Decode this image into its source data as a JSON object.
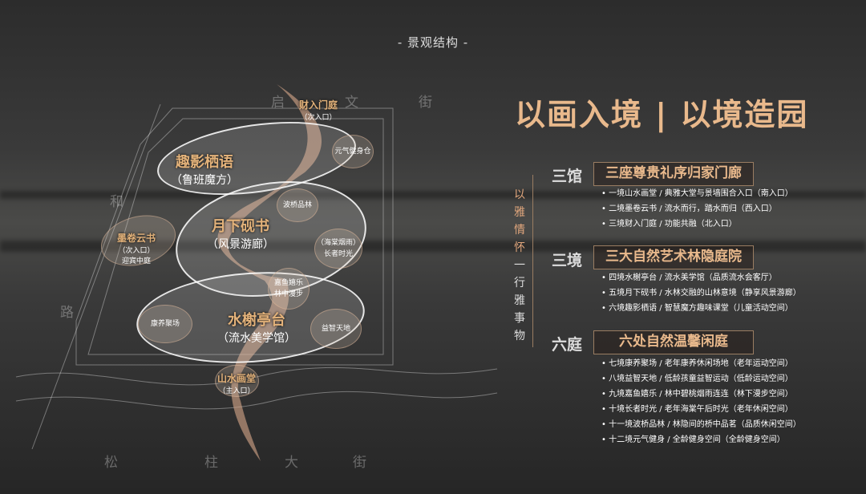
{
  "title": "- 景观结构 -",
  "streets": {
    "top": [
      "启",
      "文",
      "街"
    ],
    "left": [
      "和",
      "路"
    ],
    "bottom": [
      "松",
      "柱",
      "大",
      "街"
    ]
  },
  "plan": {
    "zones": [
      {
        "name": "趣影栖语",
        "sub": "（鲁班魔方）"
      },
      {
        "name": "月下砚书",
        "sub": "（风景游廊）"
      },
      {
        "name": "水榭亭台",
        "sub": "（流水美学馆）"
      }
    ],
    "gates": [
      {
        "name": "财入门庭",
        "sub": "（次入口）"
      },
      {
        "name": "墨卷云书",
        "sub": "（次入口）",
        "sub2": "迎宾中庭"
      },
      {
        "name": "山水画堂",
        "sub": "（主入口）"
      }
    ],
    "spots": [
      "元气健身仓",
      "波桥品林",
      "（海棠烟雨）",
      "长者时光",
      "嘉鱼嬉乐",
      "林中漫步",
      "康养聚场",
      "益智天地"
    ]
  },
  "headline": "以画入境 | 以境造园",
  "motto": [
    "以",
    "雅",
    "情",
    "怀",
    "一",
    "行",
    "雅",
    "事",
    "物"
  ],
  "groups": [
    {
      "label": "三馆",
      "title": "三座尊贵礼序归家门廊",
      "items": [
        "一境山水画堂 / 典雅大堂与景墙围合入口（南入口）",
        "二境墨卷云书 / 流水而行，踏水而归（西入口）",
        "三境财入门庭 / 功能共融（北入口）"
      ]
    },
    {
      "label": "三境",
      "title": "三大自然艺术林隐庭院",
      "items": [
        "四境水榭亭台 / 流水美学馆（品质流水会客厅）",
        "五境月下砚书 / 水林交融的山林意境（静享风景游廊）",
        "六境趣影栖语 / 智慧魔方趣味课堂（儿童活动空间）"
      ]
    },
    {
      "label": "六庭",
      "title": "六处自然温馨闲庭",
      "items": [
        "七境康养聚场 / 老年康养休闲场地（老年运动空间）",
        "八境益智天地 / 低龄孩童益智运动（低龄运动空间）",
        "九境嘉鱼嬉乐 / 林中碧桃烟雨连连（林下漫步空间）",
        "十境长者时光 / 老年海棠午后时光（老年休闲空间）",
        "十一境波桥品林 / 林隐间的桥中品茗（品质休闲空间）",
        "十二境元气健身 / 全龄健身空间（全龄健身空间）"
      ]
    }
  ],
  "colors": {
    "accent": "#e9b98c",
    "ribbon": "#d9a98a"
  }
}
